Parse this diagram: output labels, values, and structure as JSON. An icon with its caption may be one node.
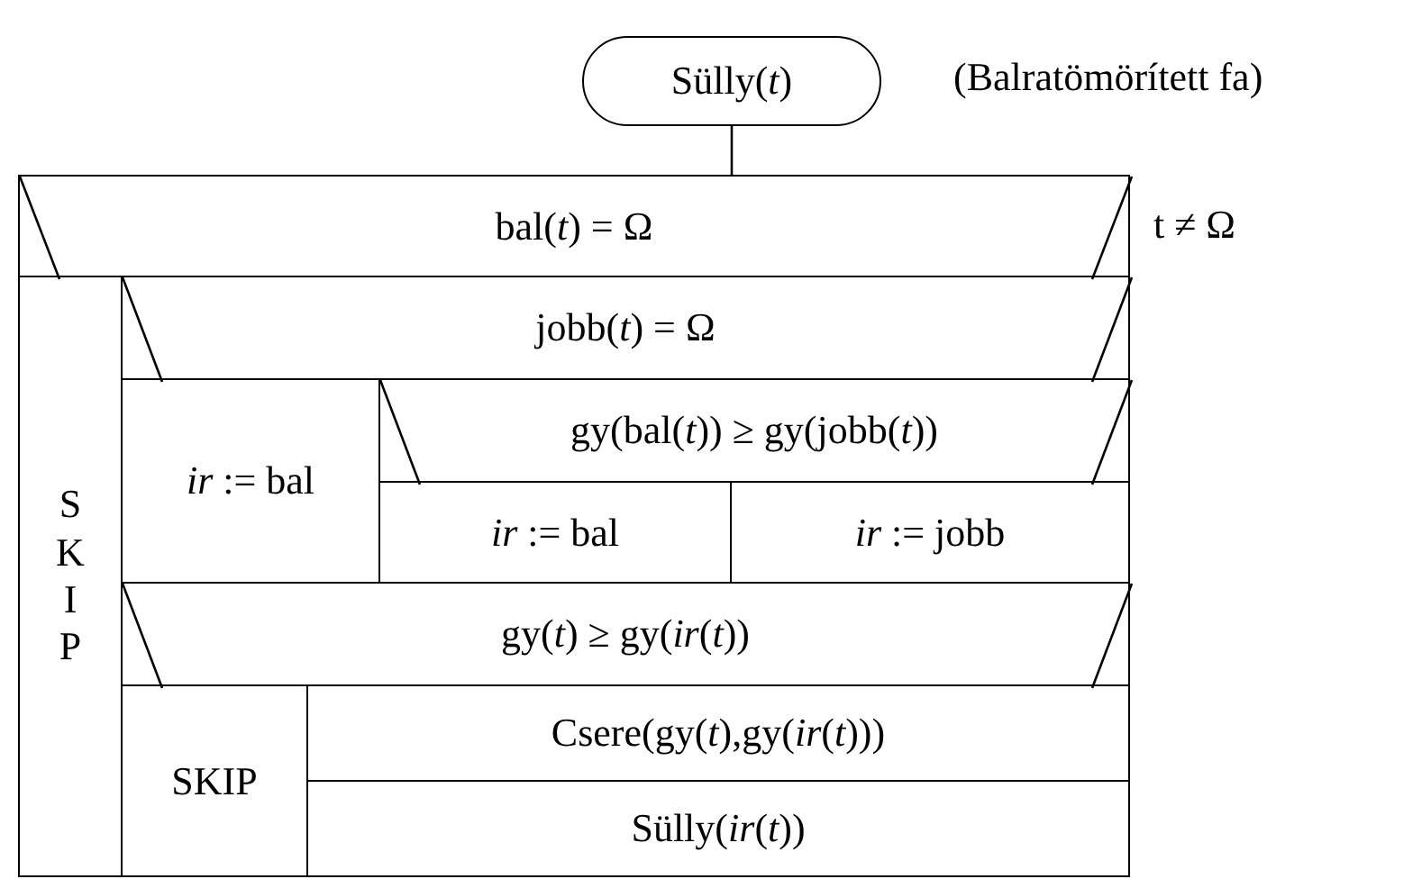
{
  "diagram": {
    "nodes": [
      {
        "text": [
          "Sülly(*t*)"
        ],
        "beside": [
          "(Balratömörített fa)"
        ]
      },
      {
        "text": [
          "bal(*t*) = Ω"
        ]
      },
      {
        "text": [
          "SKIP"
        ]
      },
      {
        "text": [
          "jobb(*t*) = Ω"
        ]
      },
      {
        "text": [
          "*ir* := bal"
        ]
      },
      {
        "text": [
          "gy(bal(*t*)) ≥ gy(jobb(*t*))"
        ]
      },
      {
        "text": [
          "*ir* := bal"
        ]
      },
      {
        "text": [
          "*ir* := jobb"
        ]
      },
      {
        "text": [
          "gy(*t*) ≥ gy(*ir*(*t*))"
        ]
      },
      {
        "text": [
          "SKIP"
        ]
      },
      {
        "text": [
          "Csere(gy(*t*),gy(*ir*(*t*)))"
        ]
      },
      {
        "text": [
          "Sülly(*ir*(*t*))"
        ]
      }
    ],
    "edges": [
      {
        "from": 0,
        "to": 1,
        "arrow": "none"
      }
    ],
    "labels": [
      "t ≠ Ω"
    ]
  }
}
